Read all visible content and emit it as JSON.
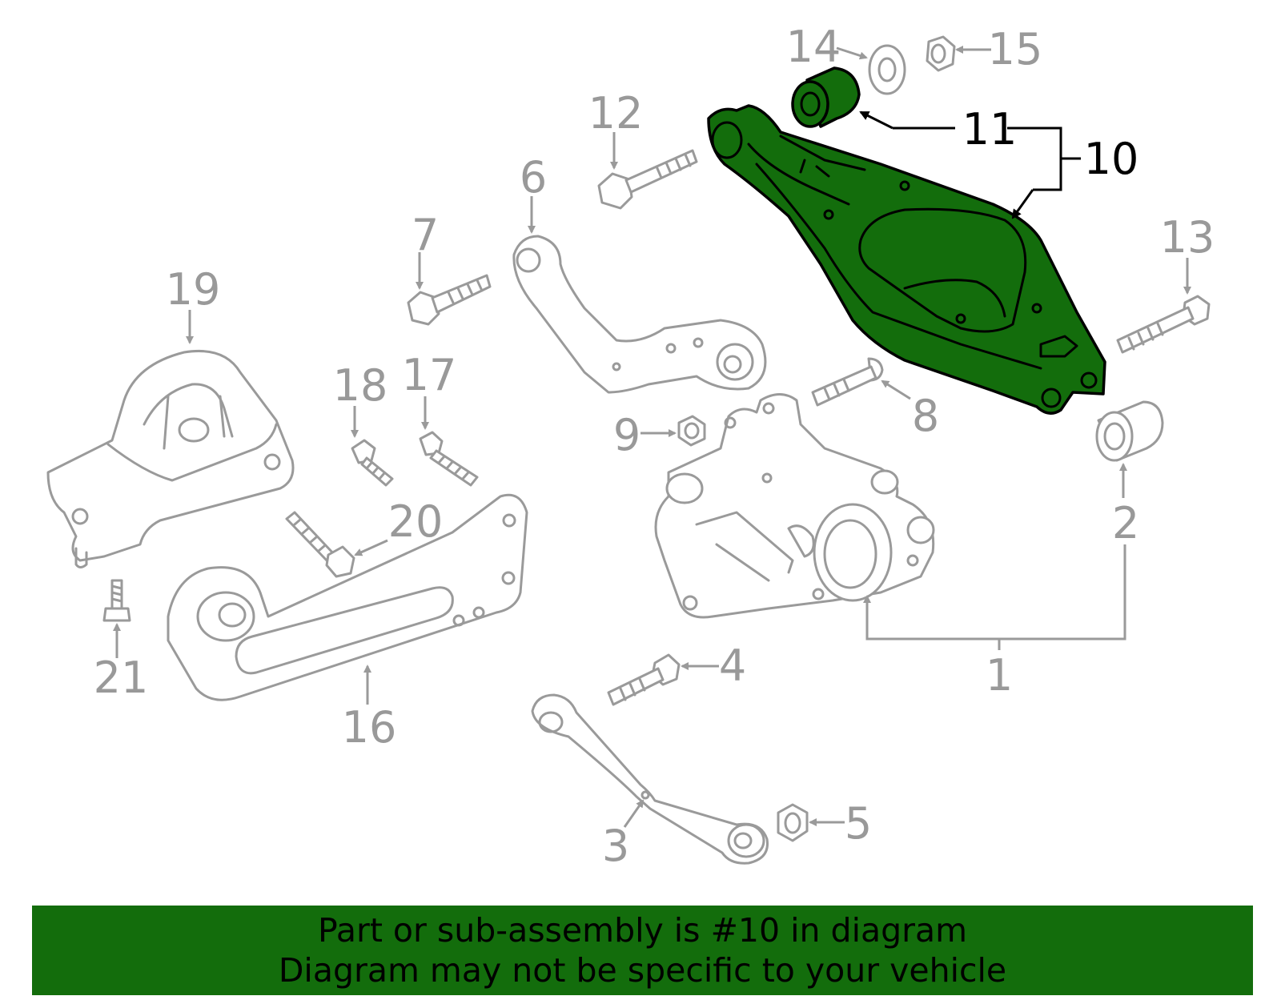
{
  "diagram": {
    "highlight_color": "#136d0c",
    "highlighted_part": "10",
    "callouts": [
      "1",
      "2",
      "3",
      "4",
      "5",
      "6",
      "7",
      "8",
      "9",
      "10",
      "11",
      "12",
      "13",
      "14",
      "15",
      "16",
      "17",
      "18",
      "19",
      "20",
      "21"
    ]
  },
  "banner": {
    "line1": "Part or sub-assembly is #10 in diagram",
    "line2": "Diagram may not be specific to your vehicle"
  }
}
